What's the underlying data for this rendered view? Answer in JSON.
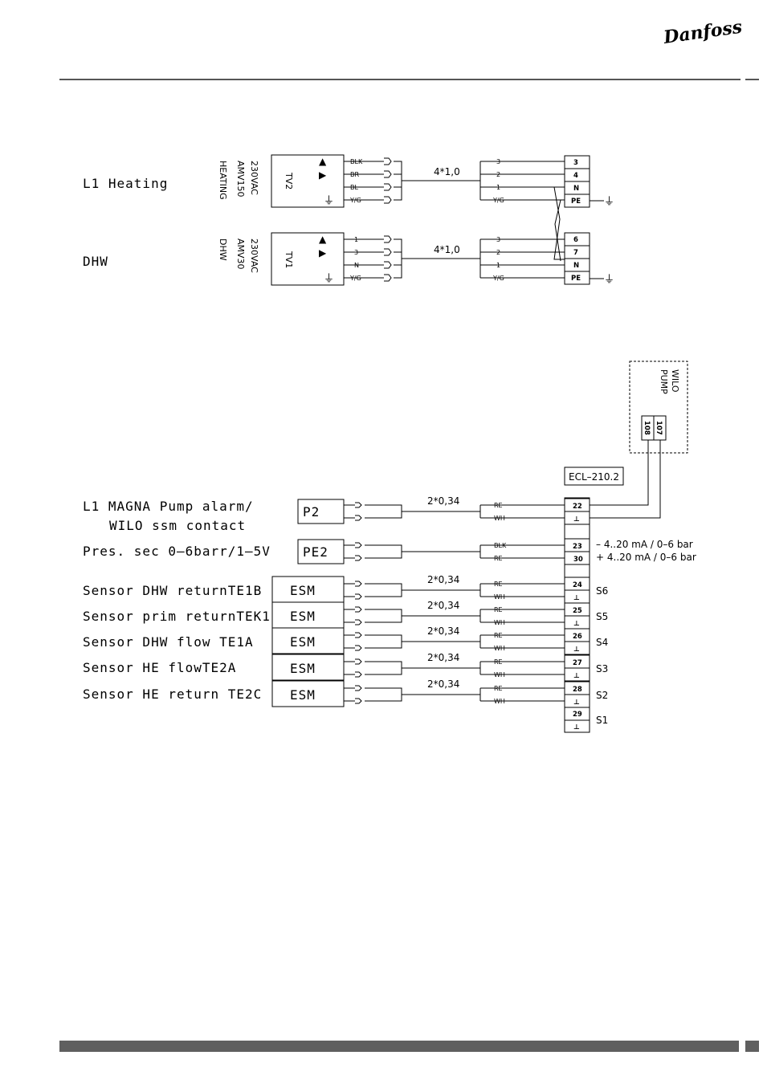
{
  "brand": "Danfoss",
  "valves": {
    "group_labels": [
      "L1 Heating",
      "DHW"
    ],
    "actuators": [
      {
        "lines": [
          "230VAC",
          "AMV150",
          "HEATING"
        ],
        "box_label": "TV2",
        "symbols": [
          "▲",
          "▶",
          "",
          "⏚"
        ],
        "actuator_terminals": [
          "BLK",
          "BR",
          "BL",
          "Y/G"
        ],
        "cable": "4*1,0",
        "controller_wires": [
          "3",
          "2",
          "1",
          "Y/G"
        ],
        "controller_terminals": [
          "3",
          "4",
          "N",
          "PE"
        ]
      },
      {
        "lines": [
          "230VAC",
          "AMV30",
          "DHW"
        ],
        "box_label": "TV1",
        "symbols": [
          "▲",
          "▶",
          "",
          "⏚"
        ],
        "actuator_terminals": [
          "1",
          "3",
          "N",
          "Y/G"
        ],
        "cable": "4*1,0",
        "controller_wires": [
          "3",
          "2",
          "1",
          "Y/G"
        ],
        "controller_terminals": [
          "6",
          "7",
          "N",
          "PE"
        ]
      }
    ]
  },
  "pump": {
    "title_lines": [
      "WILO",
      "PUMP"
    ],
    "terminals": [
      "108",
      "107"
    ]
  },
  "controller": {
    "name": "ECL–210.2"
  },
  "signals": [
    {
      "label_lines": [
        "L1 MAGNA Pump alarm/",
        "WILO ssm contact"
      ],
      "box": "P2",
      "cable": "2*0,34",
      "wires": [
        "RE",
        "WH"
      ],
      "terminals": [
        "22",
        "⊥"
      ],
      "side": ""
    },
    {
      "label_lines": [
        "Pres. sec 0–6barr/1–5V"
      ],
      "box": "PE2",
      "cable": "",
      "wires": [
        "BLK",
        "RE"
      ],
      "terminals": [
        "23",
        "30"
      ],
      "side": ""
    },
    {
      "label_lines": [
        "Sensor DHW returnTE1B"
      ],
      "box": "ESM",
      "cable": "2*0,34",
      "wires": [
        "RE",
        "WH"
      ],
      "terminals": [
        "24",
        "⊥"
      ],
      "side": "S6"
    },
    {
      "label_lines": [
        "Sensor prim returnTEK1"
      ],
      "box": "ESM",
      "cable": "2*0,34",
      "wires": [
        "RE",
        "WH"
      ],
      "terminals": [
        "25",
        "⊥"
      ],
      "side": "S5"
    },
    {
      "label_lines": [
        "Sensor DHW flow TE1A"
      ],
      "box": "ESM",
      "cable": "2*0,34",
      "wires": [
        "RE",
        "WH"
      ],
      "terminals": [
        "26",
        "⊥"
      ],
      "side": "S4"
    },
    {
      "label_lines": [
        "Sensor HE flowTE2A"
      ],
      "box": "ESM",
      "cable": "2*0,34",
      "wires": [
        "RE",
        "WH"
      ],
      "terminals": [
        "27",
        "⊥"
      ],
      "side": "S3"
    },
    {
      "label_lines": [
        "Sensor HE return TE2C"
      ],
      "box": "ESM",
      "cable": "2*0,34",
      "wires": [
        "RE",
        "WH"
      ],
      "terminals": [
        "28",
        "⊥"
      ],
      "side": "S2"
    }
  ],
  "extra_terminals": [
    "29",
    "⊥"
  ],
  "extra_side": "S1",
  "pressure_notes": [
    "–  4..20 mA / 0–6 bar",
    "+  4..20 mA / 0–6 bar"
  ]
}
